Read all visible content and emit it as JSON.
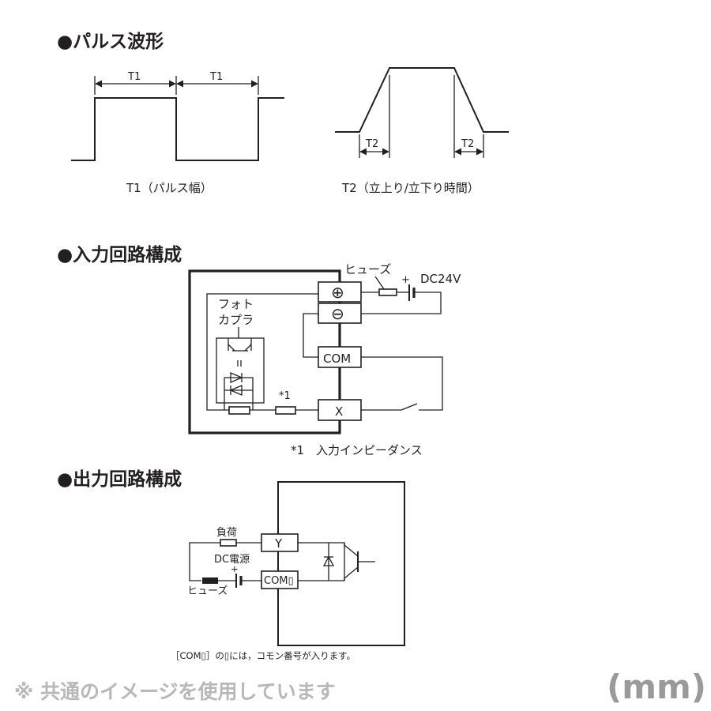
{
  "sections": {
    "pulse": {
      "heading": "●パルス波形",
      "t1_label": "T1",
      "t2_label": "T2",
      "t1_caption": "T1（パルス幅）",
      "t2_caption": "T2（立上り/立下り時間）"
    },
    "input": {
      "heading": "●入力回路構成",
      "fuse_label": "ヒューズ",
      "dc_label": "DC24V",
      "photocoupler_line1": "フォト",
      "photocoupler_line2": "カプラ",
      "plus_symbol": "⊕",
      "minus_symbol": "⊖",
      "com_label": "COM",
      "x_label": "X",
      "star1": "*1",
      "note": "*1　入力インピーダンス"
    },
    "output": {
      "heading": "●出力回路構成",
      "load_label": "負荷",
      "dc_power_label": "DC電源",
      "fuse_label": "ヒューズ",
      "y_label": "Y",
      "com_label": "COM▯",
      "note": "［COM▯］の▯には，コモン番号が入ります。"
    }
  },
  "footer": {
    "note": "※ 共通のイメージを使用しています",
    "unit": "(mm)"
  }
}
